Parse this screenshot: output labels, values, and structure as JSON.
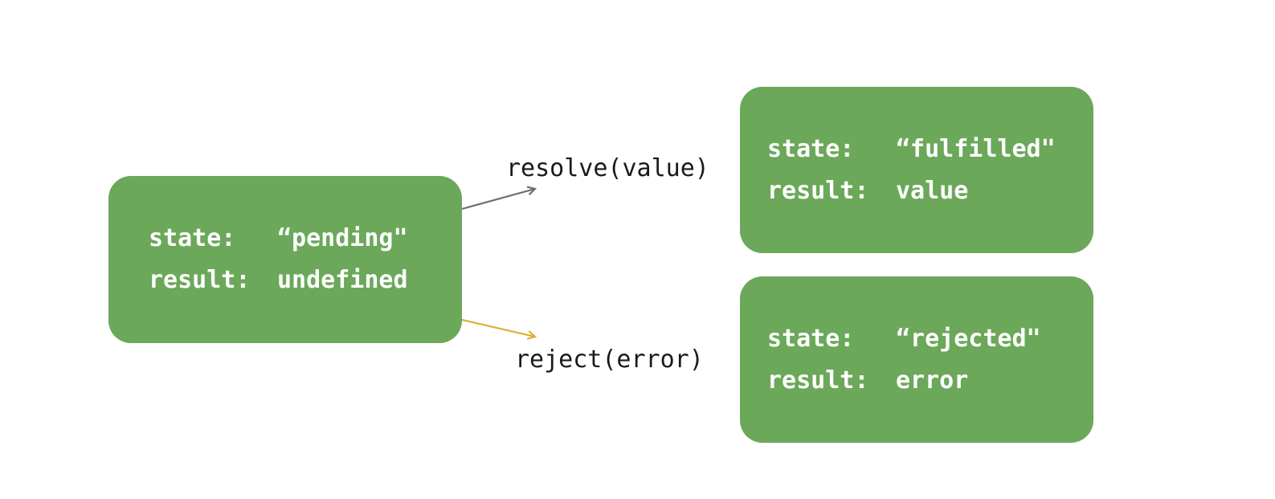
{
  "states": {
    "pending": {
      "state_key": "state:",
      "state_value": "“pending\"",
      "result_key": "result:",
      "result_value": "undefined"
    },
    "fulfilled": {
      "state_key": "state:",
      "state_value": "“fulfilled\"",
      "result_key": "result:",
      "result_value": "value"
    },
    "rejected": {
      "state_key": "state:",
      "state_value": "“rejected\"",
      "result_key": "result:",
      "result_value": "error"
    }
  },
  "transitions": {
    "resolve": {
      "label": "resolve(value)",
      "color": "#6e6e6e"
    },
    "reject": {
      "label": "reject(error)",
      "color": "#e0b13a"
    }
  },
  "colors": {
    "box_fill": "#6ba85a",
    "box_text": "#ffffff"
  }
}
